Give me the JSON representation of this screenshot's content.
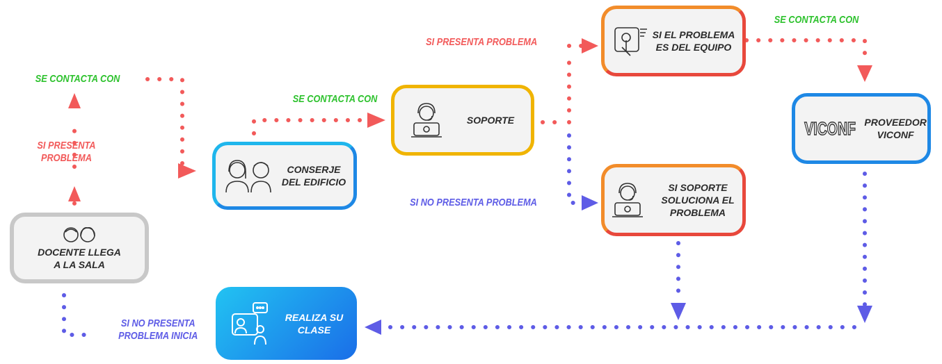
{
  "labels": {
    "contact_1": "SE CONTACTA CON",
    "problem_1": "SI PRESENTA\nPROBLEMA",
    "contact_2": "SE CONTACTA CON",
    "problem_2": "SI PRESENTA PROBLEMA",
    "contact_3": "SE CONTACTA CON",
    "no_problem_1": "SI NO PRESENTA PROBLEMA",
    "no_problem_2": "SI NO PRESENTA\nPROBLEMA INICIA"
  },
  "nodes": {
    "docente": "DOCENTE LLEGA\nA LA SALA",
    "conserje": "CONSERJE\nDEL EDIFICIO",
    "soporte": "SOPORTE",
    "equipo": "SI EL PROBLEMA\nES DEL EQUIPO",
    "viconf": "PROVEEDOR\nVICONF",
    "viconf_logo": "VICONF",
    "solucion": "SI SOPORTE\nSOLUCIONA EL\nPROBLEMA",
    "clase": "REALIZA SU\nCLASE"
  },
  "colors": {
    "red": "#f25a5a",
    "blue": "#5e5ce6",
    "green": "#2ec22e",
    "gray_border": "#c8c8c8",
    "blue_border": "#1e88e5",
    "gold_border": "#f0b400",
    "orange_red_border": "#e8483c"
  },
  "icons": {
    "docente": "people-icon",
    "conserje": "people-icon",
    "soporte": "support-agent-icon",
    "equipo": "touch-screen-icon",
    "solucion": "support-agent-icon",
    "clase": "video-call-icon"
  }
}
